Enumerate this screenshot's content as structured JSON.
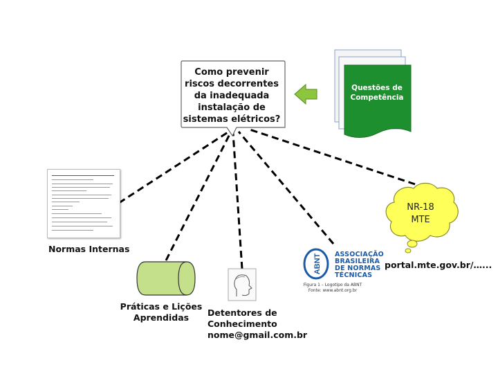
{
  "question": {
    "lines": [
      "Como prevenir",
      "riscos decorrentes",
      "da inadequada",
      "instalação de",
      "sistemas elétricos?"
    ]
  },
  "competence_doc": {
    "lines": [
      "Questões de",
      "Competência"
    ],
    "color": "#1e8f2e"
  },
  "thought_bubble": {
    "lines": [
      "NR-18",
      "MTE"
    ],
    "color": "#ffff5a"
  },
  "labels": {
    "normas": "Normas Internas",
    "praticas": [
      "Práticas e Lições",
      "Aprendidas"
    ],
    "detentores": [
      "Detentores de",
      "Conhecimento",
      "nome@gmail.com.br"
    ],
    "portal": "portal.mte.gov.br/…..."
  },
  "abnt": {
    "logo": "ABNT",
    "name_lines": [
      "ASSOCIAÇÃO",
      "BRASILEIRA",
      "DE NORMAS",
      "TÉCNICAS"
    ],
    "caption_lines": [
      "Figura 1 – Logotipo da ABNT",
      "Fonte: www.abnt.org.br"
    ]
  },
  "colors": {
    "arrow": "#8cc63f",
    "cylinder": "#c5e08a",
    "abnt_blue": "#1a5aa6"
  }
}
